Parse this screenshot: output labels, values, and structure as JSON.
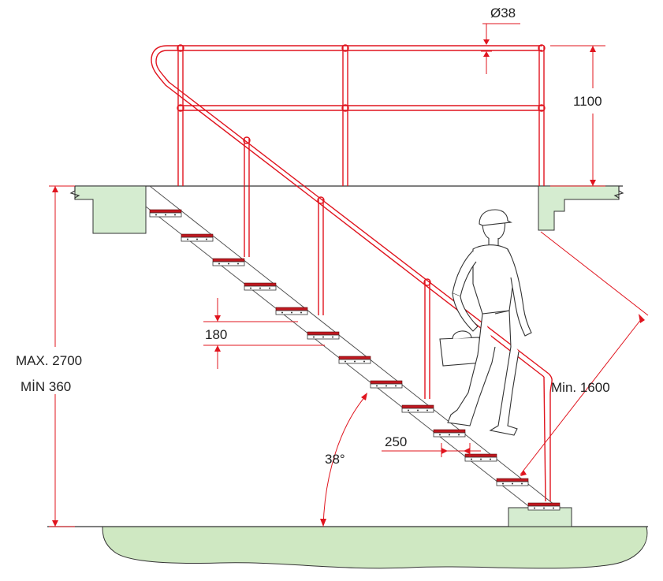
{
  "dimensions": {
    "pipe_diameter": "Ø38",
    "rail_height": "1100",
    "riser": "180",
    "max_height": "MAX. 2700",
    "min_height": "MİN 360",
    "clearance": "Min. 1600",
    "tread": "250",
    "angle": "38°"
  },
  "colors": {
    "rail": "#e0141e",
    "tread": "#c01820",
    "concrete": "#d5ecd0",
    "ground": "#cfe8c2"
  },
  "tread_count": 13
}
